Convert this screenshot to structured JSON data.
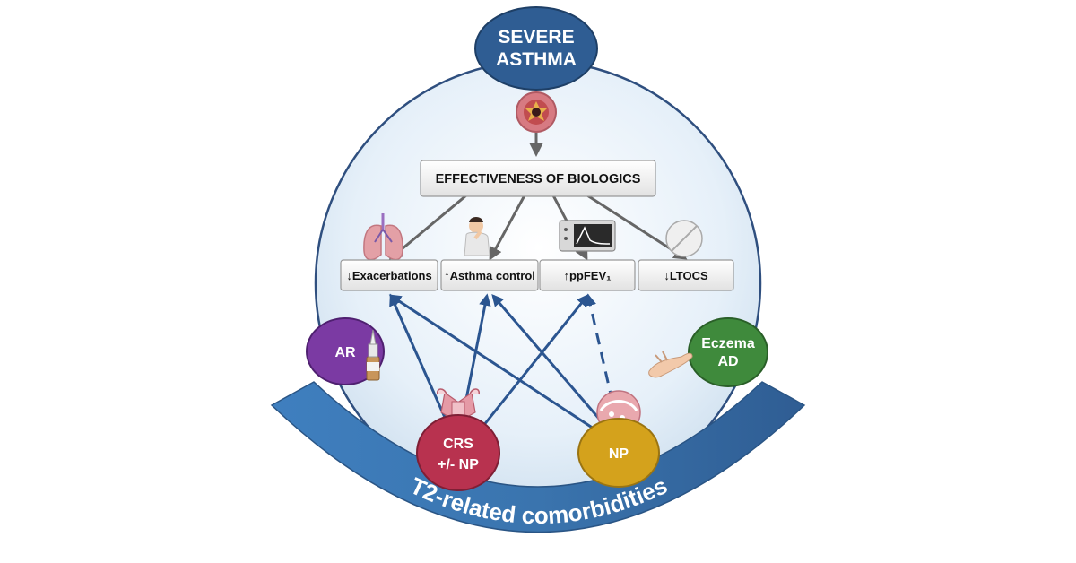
{
  "top_node": {
    "line1": "SEVERE",
    "line2": "ASTHMA",
    "color": "#2f5d93"
  },
  "central_box": {
    "label": "EFFECTIVENESS OF BIOLOGICS"
  },
  "outcomes": [
    {
      "label": "↓Exacerbations",
      "icon": "lungs-icon"
    },
    {
      "label": "↑Asthma control",
      "icon": "coughing-person-icon"
    },
    {
      "label": "↑ppFEV₁",
      "icon": "spirometer-monitor-icon"
    },
    {
      "label": "↓LTOCS",
      "icon": "pill-tablet-icon"
    }
  ],
  "comorbidities": {
    "ar": {
      "label": "AR",
      "color": "#7b3aa3",
      "icon": "nasal-spray-icon"
    },
    "crs": {
      "line1": "CRS",
      "line2": "+/- NP",
      "color": "#b8324f",
      "icon": "sinus-anatomy-icon"
    },
    "np": {
      "label": "NP",
      "color": "#d4a21c",
      "icon": "nasal-polyp-icon"
    },
    "eczema": {
      "line1": "Eczema",
      "line2": "AD",
      "color": "#3f8a3c",
      "icon": "arm-skin-icon"
    }
  },
  "arc_banner": {
    "label": "T2-related comorbidities",
    "color": "#3d78b4"
  },
  "colors": {
    "circle_fill": "#e3eef8",
    "circle_stroke": "#2f4f7f",
    "arrow_blue": "#2b5590",
    "arrow_gray": "#666666"
  }
}
